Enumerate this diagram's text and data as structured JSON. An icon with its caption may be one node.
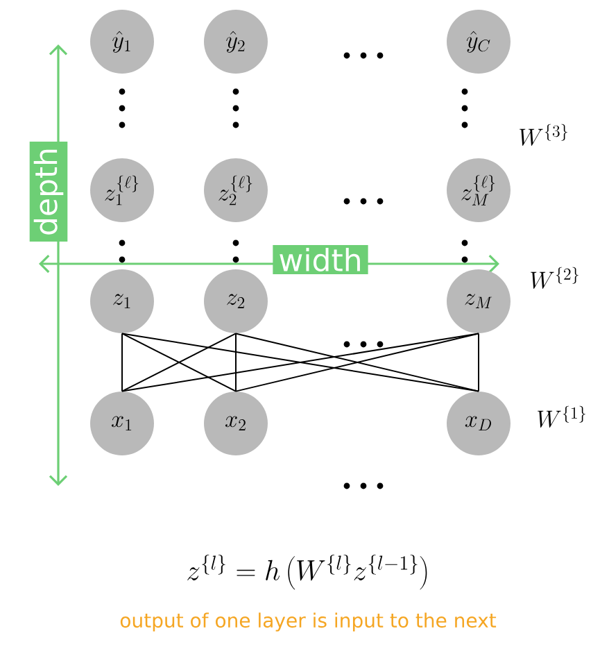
{
  "diagram": {
    "caption": "output of one layer is input to the next",
    "nodes": [
      {
        "text": [
          "\\hat{y}_1"
        ]
      },
      {
        "text": [
          "\\hat{y}_2"
        ]
      },
      {
        "text": [
          "\\hat{y}_C"
        ]
      },
      {
        "text": [
          "z_1^{\\{\\ell\\}}"
        ]
      },
      {
        "text": [
          "z_2^{\\{\\ell\\}}"
        ]
      },
      {
        "text": [
          "z_M^{\\{\\ell\\}}"
        ]
      },
      {
        "text": [
          "z_1"
        ]
      },
      {
        "text": [
          "z_2"
        ]
      },
      {
        "text": [
          "z_M"
        ]
      },
      {
        "text": [
          "x_1"
        ]
      },
      {
        "text": [
          "x_2"
        ]
      },
      {
        "text": [
          "x_D"
        ]
      },
      {
        "text": [
          "depth"
        ]
      },
      {
        "text": [
          "width"
        ]
      }
    ],
    "edges": [
      {
        "from": 6,
        "to": 9,
        "arrow": "none"
      },
      {
        "from": 6,
        "to": 10,
        "arrow": "none"
      },
      {
        "from": 6,
        "to": 11,
        "arrow": "none"
      },
      {
        "from": 7,
        "to": 9,
        "arrow": "none"
      },
      {
        "from": 7,
        "to": 10,
        "arrow": "none"
      },
      {
        "from": 7,
        "to": 11,
        "arrow": "none"
      },
      {
        "from": 8,
        "to": 9,
        "arrow": "none"
      },
      {
        "from": 8,
        "to": 10,
        "arrow": "none"
      },
      {
        "from": 8,
        "to": 11,
        "arrow": "none"
      }
    ],
    "labels": [
      "W^{\\{3\\}}",
      "W^{\\{2\\}}",
      "W^{\\{1\\}}",
      "z^{\\{l\\}} = h\\left(W^{\\{l\\}} z^{\\{l-1\\}}\\right)"
    ]
  }
}
